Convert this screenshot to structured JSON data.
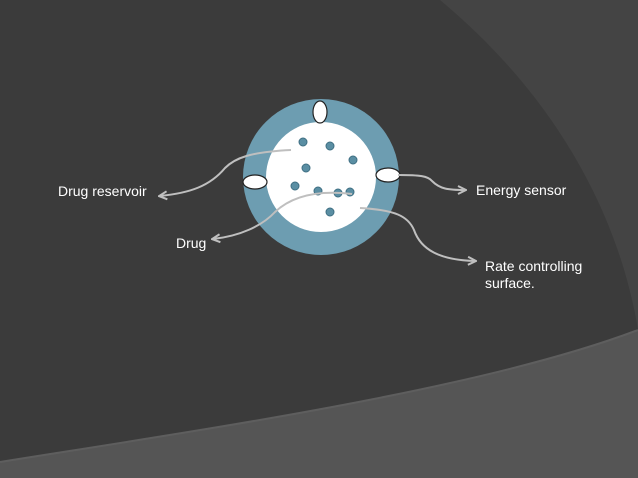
{
  "labels": {
    "drug_reservoir": "Drug reservoir",
    "drug": "Drug",
    "energy_sensor": "Energy sensor",
    "rate_controlling_surface": "Rate controlling surface."
  },
  "colors": {
    "background": "#3b3b3b",
    "outer_ring": "#6d9db1",
    "inner_core": "#ffffff",
    "particles": "#5a8ea3",
    "arrows": "#bfbfbf",
    "text": "#ffffff"
  },
  "particle_count": 9,
  "sensor_count": 3
}
